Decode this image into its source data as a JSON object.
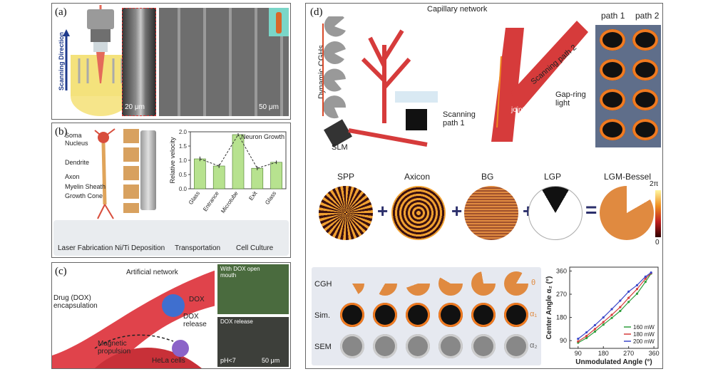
{
  "panel_a": {
    "label": "(a)",
    "scanning_direction": "Scanning Direction",
    "scale1": "20 μm",
    "scale2": "50 μm"
  },
  "panel_b": {
    "label": "(b)",
    "neuron_labels": [
      "Soma",
      "Nucleus",
      "Dendrite",
      "Axon",
      "Myelin Sheath",
      "Growth Cone"
    ],
    "flow": [
      "Laser Fabrication",
      "Ni/Ti Deposition",
      "Transportation",
      "Cell Culture"
    ],
    "neuron_growth": "Neuron Growth"
  },
  "panel_c": {
    "label": "(c)",
    "artificial_network": "Artificial network",
    "drug_encapsulation": "Drug (DOX) encapsulation",
    "dox": "DOX",
    "dox_release": "DOX release",
    "magnetic_propulsion": "Magnetic propulsion",
    "hela": "HeLa cells",
    "inset1": "With DOX open mouth",
    "inset2": "DOX release",
    "ph": "pH<7",
    "scale": "50 μm"
  },
  "panel_d": {
    "label": "(d)",
    "capillary": "Capillary network",
    "dynamic_cghs": "Dynamic CGHs",
    "slm": "SLM",
    "scanning_path1": "Scanning path 1",
    "scanning_path2": "Scanning path 2",
    "joint": "joint",
    "gap_ring": "Gap-ring light",
    "path1": "path 1",
    "path2": "path 2",
    "spp": "SPP",
    "axicon": "Axicon",
    "bg": "BG",
    "lgp": "LGP",
    "lgm": "LGM-Bessel",
    "plus": "+",
    "equals": "=",
    "cbar_top": "2π",
    "cbar_bottom": "0",
    "row_cgh": "CGH",
    "row_sim": "Sim.",
    "row_sem": "SEM",
    "theta": "θ",
    "alpha1": "α₁",
    "alpha2": "α₂"
  },
  "chart_data": [
    {
      "type": "bar",
      "ylabel": "Relative velocity",
      "categories": [
        "Glass",
        "Entrance",
        "Microtube",
        "Exit",
        "Glass"
      ],
      "values": [
        1.05,
        0.8,
        1.9,
        0.72,
        0.93
      ],
      "errors": [
        0.08,
        0.07,
        0.05,
        0.07,
        0.06
      ],
      "ylim": [
        0.0,
        2.0
      ],
      "yticks": [
        "0.0",
        "0.5",
        "1.0",
        "1.5",
        "2.0"
      ],
      "title": "Neuron Growth"
    },
    {
      "type": "line",
      "xlabel": "Unmodulated Angle (°)",
      "ylabel": "Center Angle α₂ (°)",
      "xlim": [
        60,
        375
      ],
      "ylim": [
        60,
        375
      ],
      "xticks": [
        90,
        180,
        270,
        360
      ],
      "yticks": [
        90,
        180,
        270,
        360
      ],
      "legend": "bottom-right",
      "x": [
        90,
        120,
        150,
        180,
        210,
        240,
        270,
        300,
        330,
        350
      ],
      "series": [
        {
          "name": "160 mW",
          "color": "#2e9e3c",
          "values": [
            82,
            100,
            125,
            152,
            178,
            205,
            240,
            272,
            318,
            350
          ]
        },
        {
          "name": "180 mW",
          "color": "#d63b3b",
          "values": [
            87,
            108,
            135,
            162,
            190,
            220,
            256,
            290,
            330,
            352
          ]
        },
        {
          "name": "200 mW",
          "color": "#3b47c9",
          "values": [
            97,
            122,
            150,
            180,
            212,
            245,
            280,
            305,
            338,
            354
          ]
        }
      ]
    }
  ]
}
